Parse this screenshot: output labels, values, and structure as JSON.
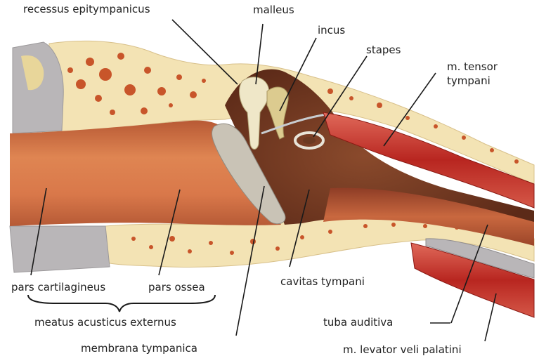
{
  "labels": {
    "recessus": "recessus epitympanicus",
    "malleus": "malleus",
    "incus": "incus",
    "stapes": "stapes",
    "tensor_1": "m. tensor",
    "tensor_2": "tympani",
    "pars_cart": "pars cartilagineus",
    "pars_ossea": "pars ossea",
    "meatus": "meatus acusticus externus",
    "cavitas": "cavitas tympani",
    "tuba": "tuba auditiva",
    "membrana": "membrana tympanica",
    "levator": "m. levator veli palatini"
  },
  "colors": {
    "bone": "#f3e3b4",
    "bone_spots": "#c8552a",
    "canal": "#d9784a",
    "canal_dark": "#a9472a",
    "tympanic_cavity": "#7a3a22",
    "membrane": "#c9c3b6",
    "muscle": "#c4312a",
    "cartilage": "#b9b6b8",
    "leader_line": "#1a1a1a"
  }
}
